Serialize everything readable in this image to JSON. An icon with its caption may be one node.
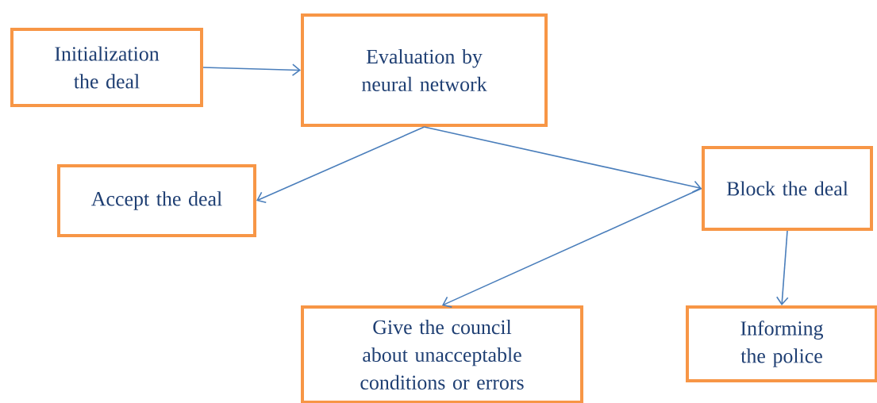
{
  "diagram": {
    "nodes": [
      {
        "text": [
          "Initialization the deal"
        ]
      },
      {
        "text": [
          "Evaluation by neural network"
        ]
      },
      {
        "text": [
          "Accept the deal"
        ]
      },
      {
        "text": [
          "Block the deal"
        ]
      },
      {
        "text": [
          "Give the council about unacceptable conditions or errors"
        ]
      },
      {
        "text": [
          "Informing the police"
        ]
      }
    ],
    "edges": [
      {
        "from": 0,
        "to": 1,
        "arrow": "to"
      },
      {
        "from": 1,
        "to": 2,
        "arrow": "to"
      },
      {
        "from": 1,
        "to": 3,
        "arrow": "to"
      },
      {
        "from": 3,
        "to": 4,
        "arrow": "to"
      },
      {
        "from": 3,
        "to": 5,
        "arrow": "to"
      }
    ]
  }
}
